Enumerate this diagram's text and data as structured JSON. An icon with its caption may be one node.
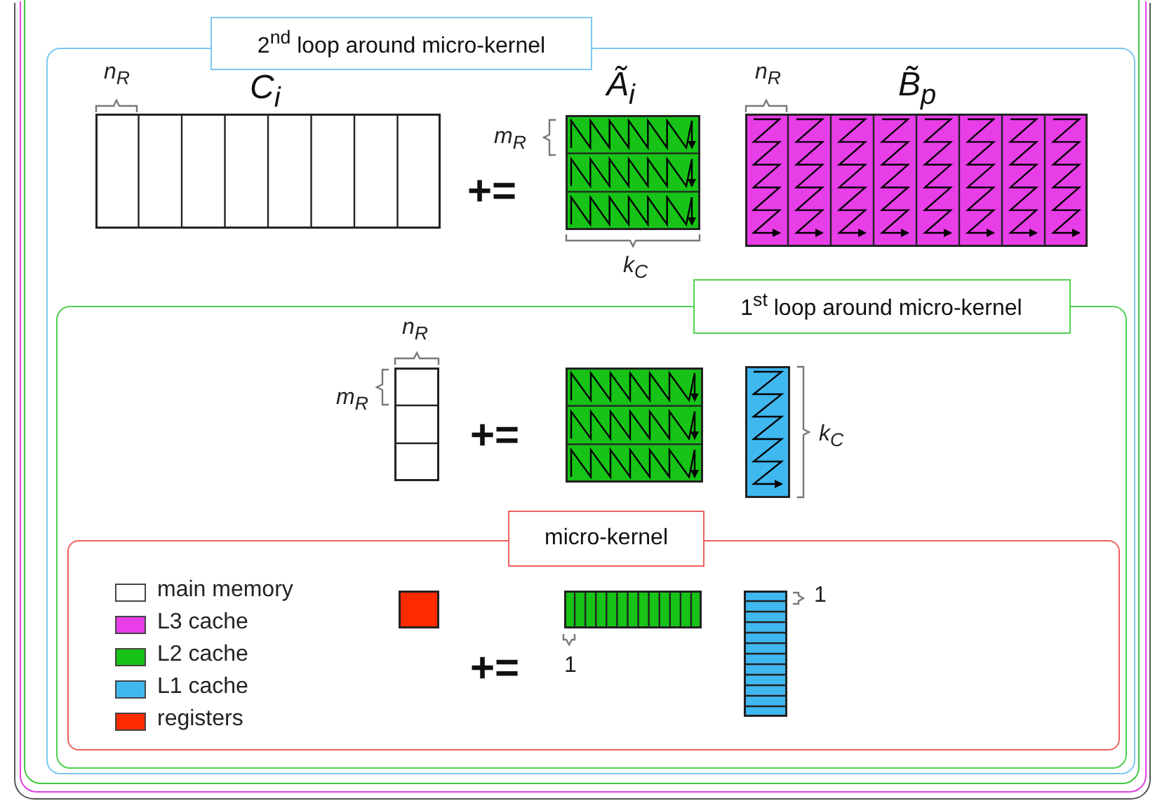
{
  "diagram": {
    "nodes": [
      {
        "text": [],
        "shape": "box"
      },
      {
        "text": [],
        "shape": "box",
        "in": 0
      },
      {
        "text": [],
        "shape": "box",
        "in": 1
      },
      {
        "text": [
          "2$^{nd}$ loop around micro-kernel"
        ],
        "in": 2
      },
      {
        "text": [
          "C$_{i}$"
        ],
        "beside": [
          "n$_{R}$"
        ],
        "in": 3
      },
      {
        "text": [
          "Ã$_{i}$"
        ],
        "beside": [
          "m$_{R}$",
          "k$_{C}$"
        ],
        "in": 3
      },
      {
        "text": [
          "B̃$_{p}$"
        ],
        "beside": [
          "n$_{R}$"
        ],
        "in": 3
      },
      {
        "text": [
          "1$^{st}$ loop around micro-kernel"
        ],
        "in": 3
      },
      {
        "text": [],
        "shape": "box",
        "beside": [
          "n$_{R}$",
          "m$_{R}$"
        ],
        "in": 7
      },
      {
        "text": [],
        "shape": "box",
        "in": 7
      },
      {
        "text": [],
        "shape": "box",
        "beside": [
          "k$_{C}$"
        ],
        "in": 7
      },
      {
        "text": [
          "micro-kernel"
        ],
        "in": 7
      },
      {
        "text": [],
        "shape": "box",
        "in": 11
      },
      {
        "text": [],
        "shape": "box",
        "beside": [
          "1"
        ],
        "in": 11
      },
      {
        "text": [],
        "shape": "box",
        "beside": [
          "1"
        ],
        "in": 11
      }
    ],
    "edges": [],
    "labels": [
      "+=",
      "+=",
      "+="
    ],
    "legend": [
      {
        "text": "main memory",
        "color": "#ffffff"
      },
      {
        "text": "L3 cache",
        "color": "#e83ee8"
      },
      {
        "text": "L2 cache",
        "color": "#16c316"
      },
      {
        "text": "L1 cache",
        "color": "#3fb8f0"
      },
      {
        "text": "registers",
        "color": "#ff2a00"
      }
    ]
  }
}
